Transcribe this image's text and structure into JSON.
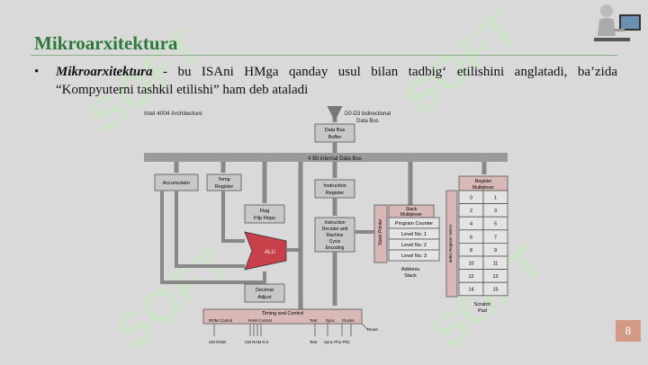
{
  "slide": {
    "title": "Mikroarxitektura",
    "bullet_term": "Mikroarxitektura",
    "bullet_text": " - bu ISAni HMga qanday usul bilan tadbig‘ etilishini anglatadi, ba’zida “Kompyuterni tashkil etilishi” ham deb ataladi",
    "page_number": "8",
    "watermark": "SOFT"
  },
  "diagram": {
    "heading": "Intel 4004 Architecture",
    "data_bus_top": "D0-D3 bidirectional",
    "data_bus_bottom": "Data Bus",
    "data_bus_buffer_1": "Data Bus",
    "data_bus_buffer_2": "Buffer",
    "internal_bus": "4 Bit internal Data Bus",
    "accumulator": "Accumulator",
    "temp_register_1": "Temp",
    "temp_register_2": "Register",
    "flag_flipflops_1": "Flag",
    "flag_flipflops_2": "Flip Flops",
    "alu": "ALU",
    "decimal_adjust_1": "Decimal",
    "decimal_adjust_2": "Adjust",
    "instruction_register_1": "Instruction",
    "instruction_register_2": "Register",
    "instruction_decoder_1": "Instruction",
    "instruction_decoder_2": "Decoder and",
    "instruction_decoder_3": "Machine",
    "instruction_decoder_4": "Cycle",
    "instruction_decoder_5": "Encoding",
    "stack_multiplexer_1": "Stack",
    "stack_multiplexer_2": "Multiplexer",
    "stack_pointer": "Stack Pointer",
    "program_counter": "Program Counter",
    "level_1": "Level No. 1",
    "level_2": "Level No. 2",
    "level_3": "Level No. 3",
    "address_stack_1": "Address",
    "address_stack_2": "Stack",
    "register_multiplexer_1": "Register",
    "register_multiplexer_2": "Multiplexer",
    "index_register_select": "Index Register Select",
    "scratch_pad_1": "Scratch",
    "scratch_pad_2": "Pad",
    "register_cells": [
      "0",
      "1",
      "2",
      "3",
      "4",
      "5",
      "6",
      "7",
      "8",
      "9",
      "10",
      "11",
      "12",
      "13",
      "14",
      "15"
    ],
    "timing_control": "Timing and Control",
    "rom_control": "ROM Control",
    "ram_control": "RAM Control",
    "test": "Test",
    "sync": "Sync",
    "clocks": "Clocks",
    "reset": "Reset",
    "cm_rom": "CM ROM",
    "cm_ram": "CM RAM 0-3",
    "test_bottom": "Test",
    "sync_ph": "Sync Ph1 Ph2"
  }
}
